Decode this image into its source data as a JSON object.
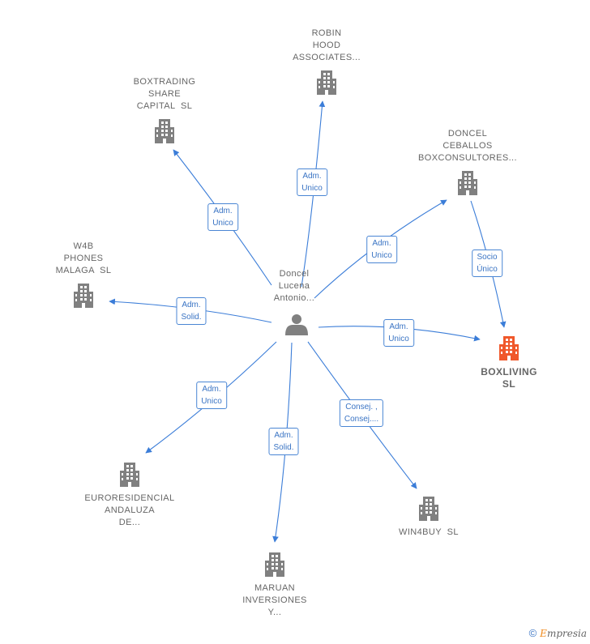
{
  "center": {
    "label": "Doncel\nLucena\nAntonio..."
  },
  "nodes": [
    {
      "id": "robin",
      "label": "ROBIN\nHOOD\nASSOCIATES...",
      "focus": false
    },
    {
      "id": "boxtrading",
      "label": "BOXTRADING\nSHARE\nCAPITAL  SL",
      "focus": false
    },
    {
      "id": "doncel",
      "label": "DONCEL\nCEBALLOS\nBOXCONSULTORES...",
      "focus": false
    },
    {
      "id": "w4b",
      "label": "W4B\nPHONES\nMALAGA  SL",
      "focus": false
    },
    {
      "id": "boxliving",
      "label": "BOXLIVING\nSL",
      "focus": true
    },
    {
      "id": "euro",
      "label": "EURORESIDENCIAL\nANDALUZA\nDE...",
      "focus": false
    },
    {
      "id": "win4buy",
      "label": "WIN4BUY  SL",
      "focus": false
    },
    {
      "id": "maruan",
      "label": "MARUAN\nINVERSIONES\nY...",
      "focus": false
    }
  ],
  "edges": [
    {
      "id": "e-robin",
      "label": "Adm.\nUnico"
    },
    {
      "id": "e-boxtrading",
      "label": "Adm.\nUnico"
    },
    {
      "id": "e-doncel",
      "label": "Adm.\nUnico"
    },
    {
      "id": "e-w4b",
      "label": "Adm.\nSolid."
    },
    {
      "id": "e-boxliving",
      "label": "Adm.\nUnico"
    },
    {
      "id": "e-euro",
      "label": "Adm.\nUnico"
    },
    {
      "id": "e-win4buy",
      "label": "Consej. ,\nConsej...."
    },
    {
      "id": "e-maruan",
      "label": "Adm.\nSolid."
    },
    {
      "id": "e-socio",
      "label": "Socio\nÚnico"
    }
  ],
  "colors": {
    "edge": "#3b7dd8",
    "building": "#808080",
    "focus_building": "#f0582b"
  },
  "footer": {
    "copyright": "©",
    "brand_first": "E",
    "brand_rest": "mpresia"
  }
}
